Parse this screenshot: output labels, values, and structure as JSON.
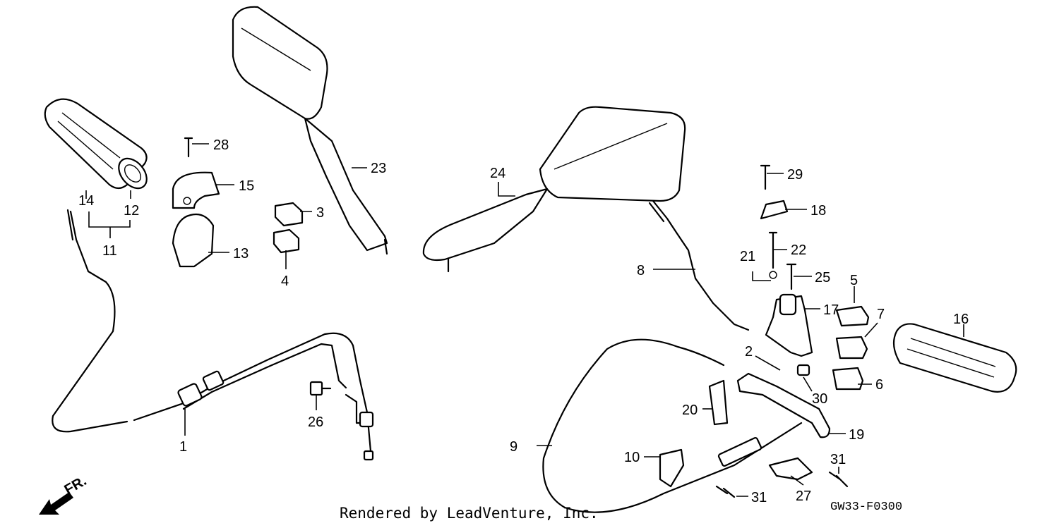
{
  "diagram": {
    "callouts": [
      {
        "id": "c1",
        "text": "1"
      },
      {
        "id": "c2",
        "text": "2"
      },
      {
        "id": "c3",
        "text": "3"
      },
      {
        "id": "c4",
        "text": "4"
      },
      {
        "id": "c5",
        "text": "5"
      },
      {
        "id": "c6",
        "text": "6"
      },
      {
        "id": "c7",
        "text": "7"
      },
      {
        "id": "c8",
        "text": "8"
      },
      {
        "id": "c9",
        "text": "9"
      },
      {
        "id": "c10",
        "text": "10"
      },
      {
        "id": "c11",
        "text": "11"
      },
      {
        "id": "c12",
        "text": "12"
      },
      {
        "id": "c13",
        "text": "13"
      },
      {
        "id": "c14",
        "text": "14"
      },
      {
        "id": "c15",
        "text": "15"
      },
      {
        "id": "c16",
        "text": "16"
      },
      {
        "id": "c17",
        "text": "17"
      },
      {
        "id": "c18",
        "text": "18"
      },
      {
        "id": "c19",
        "text": "19"
      },
      {
        "id": "c20",
        "text": "20"
      },
      {
        "id": "c21",
        "text": "21"
      },
      {
        "id": "c22",
        "text": "22"
      },
      {
        "id": "c23",
        "text": "23"
      },
      {
        "id": "c24",
        "text": "24"
      },
      {
        "id": "c25",
        "text": "25"
      },
      {
        "id": "c26",
        "text": "26"
      },
      {
        "id": "c27",
        "text": "27"
      },
      {
        "id": "c28",
        "text": "28"
      },
      {
        "id": "c29",
        "text": "29"
      },
      {
        "id": "c30",
        "text": "30"
      },
      {
        "id": "c31a",
        "text": "31"
      },
      {
        "id": "c31b",
        "text": "31"
      }
    ],
    "front_indicator": "FR.",
    "credit": "Rendered by LeadVenture, Inc.",
    "diagram_code": "GW33-F0300"
  }
}
